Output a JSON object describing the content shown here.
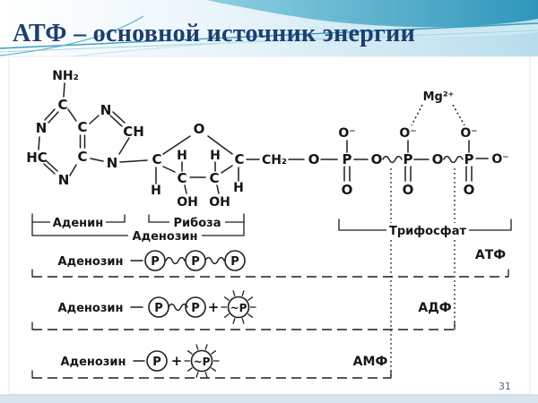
{
  "slide": {
    "title": "АТФ – основной источник энергии",
    "page_number": "31"
  },
  "colors": {
    "title_text": "#1d3e6f",
    "header_teal_dark": "#2e96ba",
    "header_teal_light": "#b7dcec",
    "diagram_ink": "#1e1e1e",
    "footer_strip": "#d7e4ee",
    "page_number_text": "#44688e"
  },
  "molecule": {
    "adenine": {
      "nh2": "NH₂",
      "c6": "C",
      "n1": "N",
      "c2": "HC",
      "n3": "N",
      "c4": "C",
      "c5": "C",
      "n7": "N",
      "c8": "CH",
      "n9": "N"
    },
    "ribose": {
      "o": "O",
      "c1": "C",
      "c1_h": "H",
      "c2": "C",
      "c2_h": "H",
      "c2_oh": "OH",
      "c3": "C",
      "c3_h": "H",
      "c3_oh": "OH",
      "c4": "C",
      "c4_h": "H",
      "ch2": "CH₂"
    },
    "phosphates": {
      "o_bridge_1": "O",
      "p1": "P",
      "p1_o_top": "O⁻",
      "p1_o_bottom": "O",
      "o_bridge_2": "O",
      "p2": "P",
      "p2_o_top": "O⁻",
      "p2_o_bottom": "O",
      "o_bridge_3": "O",
      "p3": "P",
      "p3_o_top": "O⁻",
      "p3_o_end": "O⁻",
      "p3_o_bottom": "O",
      "mg": "Mg²⁺"
    },
    "brackets": {
      "adenine": "Аденин",
      "ribose": "Рибоза",
      "adenosine": "Аденозин",
      "triphosphate": "Трифосфат"
    }
  },
  "rows": [
    {
      "label": "Аденозин",
      "phosphates": [
        "P",
        "P",
        "P"
      ],
      "abbr": "АТФ"
    },
    {
      "label": "Аденозин",
      "phosphates": [
        "P",
        "P"
      ],
      "plus": "+",
      "burst": "~P",
      "abbr": "АДФ"
    },
    {
      "label": "Аденозин",
      "phosphates": [
        "P"
      ],
      "plus": "+",
      "burst": "~P",
      "abbr": "АМФ"
    }
  ]
}
